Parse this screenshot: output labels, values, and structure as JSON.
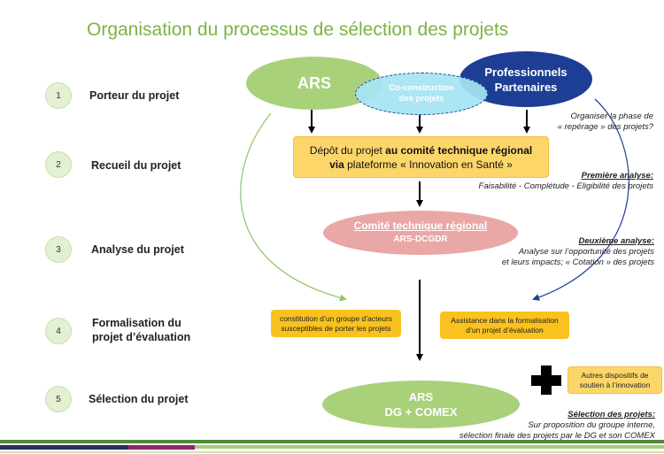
{
  "title": "Organisation du processus de sélection des projets",
  "steps": [
    {
      "num": "1",
      "label": "Porteur du projet"
    },
    {
      "num": "2",
      "label": "Recueil du projet"
    },
    {
      "num": "3",
      "label": "Analyse du projet"
    },
    {
      "num": "4",
      "label_line1": "Formalisation du",
      "label_line2": "projet d’évaluation"
    },
    {
      "num": "5",
      "label": "Sélection du projet"
    }
  ],
  "ellipses": {
    "ars": "ARS",
    "coconstruction_line1": "Co-construction",
    "coconstruction_line2": "des projets",
    "professionnels_line1": "Professionnels",
    "professionnels_line2": "Partenaires",
    "comite_line1": "Comité technique régional",
    "comite_line2": "ARS-DCGDR",
    "final_line1": "ARS",
    "final_line2": "DG + COMEX"
  },
  "depot": {
    "part1": "Dépôt du projet ",
    "part2": "au comité technique régional",
    "part3": "via",
    "part4": " plateforme « Innovation en Santé »"
  },
  "boxes": {
    "constitution_line1": "constitution d’un groupe d’acteurs",
    "constitution_line2": "susceptibles de porter les projets",
    "assistance_line1": "Assistance dans la formalisation",
    "assistance_line2": "d’un projet d’évaluation",
    "autres_line1": "Autres dispositifs de",
    "autres_line2": "soutien à l’innovation"
  },
  "notes": {
    "reperage_line1": "Organiser la phase de",
    "reperage_line2": "« repérage » des projets?",
    "premiere_heading": "Première analyse:",
    "premiere_text": "Faisabilité - Complétude - Eligibilité des projets",
    "deuxieme_heading": "Deuxième analyse:",
    "deuxieme_line1": "Analyse sur l’opportunité des projets",
    "deuxieme_line2": "et leurs impacts; « Cotation » des projets",
    "selection_heading": "Sélection des projets:",
    "selection_line1": "Sur proposition du groupe interne,",
    "selection_line2": "sélection finale des projets par le DG et son COMEX"
  },
  "colors": {
    "green": "#a9d17a",
    "dark_blue": "#1d3e94",
    "light_blue": "#a6e4f3",
    "yellow": "#fdd66a",
    "orange": "#f9c21f",
    "pink": "#e9a7a5",
    "title_green": "#7ab543"
  }
}
